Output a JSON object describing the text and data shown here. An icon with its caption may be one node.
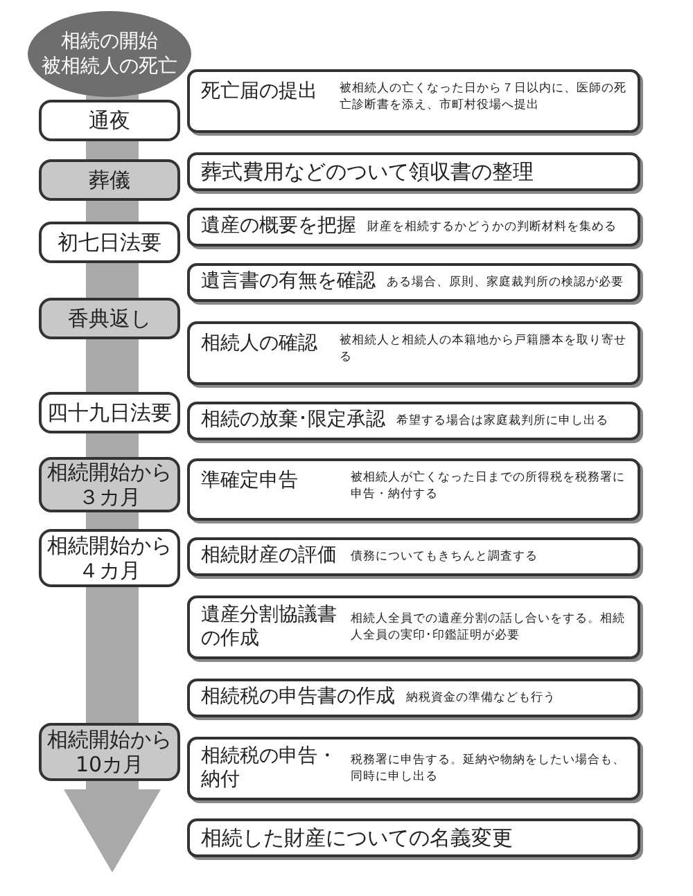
{
  "diagram": {
    "nodes": [
      {
        "text": [
          "相続の開始",
          "被相続人の死亡"
        ]
      },
      {
        "text": [
          "通夜"
        ]
      },
      {
        "text": [
          "葬儀"
        ]
      },
      {
        "text": [
          "初七日法要"
        ]
      },
      {
        "text": [
          "香典返し"
        ]
      },
      {
        "text": [
          "四十九日法要"
        ]
      },
      {
        "text": [
          "相続開始から３カ月"
        ]
      },
      {
        "text": [
          "相続開始から４カ月"
        ]
      },
      {
        "text": [
          "相続開始から10カ月"
        ]
      },
      {
        "text": [
          "死亡届の提出",
          "被相続人の亡くなった日から７日以内に、医師の死亡診断書を添え、市町村役場へ提出"
        ]
      },
      {
        "text": [
          "葬式費用などのついて領収書の整理"
        ]
      },
      {
        "text": [
          "遺産の概要を把握",
          "財産を相続するかどうかの判断材料を集める"
        ]
      },
      {
        "text": [
          "遺言書の有無を確認",
          "ある場合、原則、家庭裁判所の検認が必要"
        ]
      },
      {
        "text": [
          "相続人の確認",
          "被相続人と相続人の本籍地から戸籍謄本を取り寄せる"
        ]
      },
      {
        "text": [
          "相続の放棄･限定承認",
          "希望する場合は家庭裁判所に申し出る"
        ]
      },
      {
        "text": [
          "準確定申告",
          "被相続人が亡くなった日までの所得税を税務署に申告・納付する"
        ]
      },
      {
        "text": [
          "相続財産の評価",
          "債務についてもきちんと調査する"
        ]
      },
      {
        "text": [
          "遺産分割協議書の作成",
          "相続人全員での遺産分割の話し合いをする。相続人全員の実印･印鑑証明が必要"
        ]
      },
      {
        "text": [
          "相続税の申告書の作成",
          "納税資金の準備なども行う"
        ]
      },
      {
        "text": [
          "相続税の申告・納付",
          "税務署に申告する。延納や物納をしたい場合も、同時に申し出る"
        ]
      },
      {
        "text": [
          "相続した財産についての名義変更"
        ]
      }
    ]
  }
}
